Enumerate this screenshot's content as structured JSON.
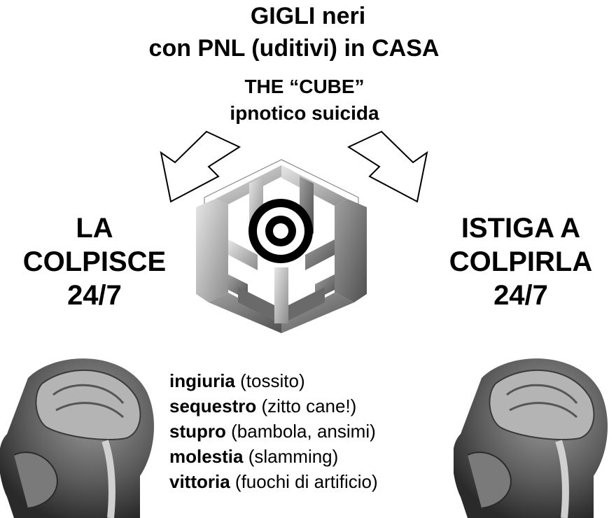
{
  "header": {
    "title_line1": "GIGLI neri",
    "title_line2": "con PNL (uditivi) in CASA",
    "subtitle_line1": "THE “CUBE”",
    "subtitle_line2": "ipnotico suicida"
  },
  "left": {
    "line1": "LA",
    "line2": "COLPISCE",
    "line3": "24/7"
  },
  "right": {
    "line1": "ISTIGA A",
    "line2": "COLPIRLA",
    "line3": "24/7"
  },
  "list": [
    {
      "term": "ingiuria",
      "note": "(tossito)"
    },
    {
      "term": "sequestro",
      "note": "(zitto cane!)"
    },
    {
      "term": "stupro",
      "note": "(bambola, ansimi)"
    },
    {
      "term": "molestia",
      "note": "(slamming)"
    },
    {
      "term": "vittoria",
      "note": "(fuochi di artificio)"
    }
  ],
  "icons": {
    "arrow_left": "arrow-down-right-icon",
    "arrow_right": "arrow-down-left-icon",
    "cube": "impossible-cube-icon",
    "target": "target-icon",
    "head_left": "mri-head-icon",
    "head_right": "mri-head-icon"
  },
  "colors": {
    "cube_light": "#c8c8c8",
    "cube_mid": "#9a9a9a",
    "cube_dark": "#5a5a5a"
  }
}
